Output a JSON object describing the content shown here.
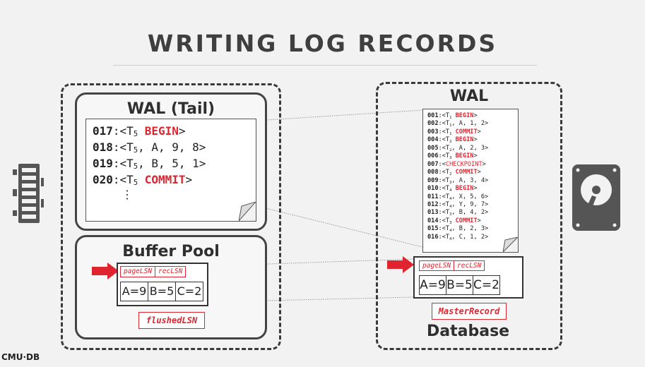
{
  "slide": {
    "title": "WRITING LOG RECORDS",
    "footer_brand": "CMU·DB"
  },
  "memory": {
    "wal_tail": {
      "title": "WAL (Tail)",
      "records": [
        {
          "lsn": "017",
          "parts": [
            {
              "t": ":<T"
            },
            {
              "sub": "5"
            },
            {
              "t": " "
            },
            {
              "kw": "BEGIN"
            },
            {
              "t": ">"
            }
          ]
        },
        {
          "lsn": "018",
          "parts": [
            {
              "t": ":<T"
            },
            {
              "sub": "5"
            },
            {
              "t": ", A, 9, 8>"
            }
          ]
        },
        {
          "lsn": "019",
          "parts": [
            {
              "t": ":<T"
            },
            {
              "sub": "5"
            },
            {
              "t": ", B, 5, 1>"
            }
          ]
        },
        {
          "lsn": "020",
          "parts": [
            {
              "t": ":<T"
            },
            {
              "sub": "5"
            },
            {
              "t": " "
            },
            {
              "kw": "COMMIT"
            },
            {
              "t": ">"
            }
          ]
        }
      ],
      "ellipsis": "⋮"
    },
    "buffer_pool": {
      "title": "Buffer Pool",
      "page_header": [
        "pageLSN",
        "recLSN"
      ],
      "cells": [
        "A=9",
        "B=5",
        "C=2"
      ],
      "flushed_lsn_label": "flushedLSN"
    }
  },
  "disk": {
    "wal": {
      "title": "WAL",
      "records": [
        {
          "lsn": "001",
          "parts": [
            {
              "t": ":<T"
            },
            {
              "sub": "1"
            },
            {
              "t": " "
            },
            {
              "kw": "BEGIN"
            },
            {
              "t": ">"
            }
          ]
        },
        {
          "lsn": "002",
          "parts": [
            {
              "t": ":<T"
            },
            {
              "sub": "1"
            },
            {
              "t": ", A, 1, 2>"
            }
          ]
        },
        {
          "lsn": "003",
          "parts": [
            {
              "t": ":<T"
            },
            {
              "sub": "1"
            },
            {
              "t": " "
            },
            {
              "kw": "COMMIT"
            },
            {
              "t": ">"
            }
          ]
        },
        {
          "lsn": "004",
          "parts": [
            {
              "t": ":<T"
            },
            {
              "sub": "2"
            },
            {
              "t": " "
            },
            {
              "kw": "BEGIN"
            },
            {
              "t": ">"
            }
          ]
        },
        {
          "lsn": "005",
          "parts": [
            {
              "t": ":<T"
            },
            {
              "sub": "2"
            },
            {
              "t": ", A, 2, 3>"
            }
          ]
        },
        {
          "lsn": "006",
          "parts": [
            {
              "t": ":<T"
            },
            {
              "sub": "3"
            },
            {
              "t": " "
            },
            {
              "kw": "BEGIN"
            },
            {
              "t": ">"
            }
          ]
        },
        {
          "lsn": "007",
          "parts": [
            {
              "t": ":<"
            },
            {
              "red": "CHECKPOINT"
            },
            {
              "t": ">"
            }
          ]
        },
        {
          "lsn": "008",
          "parts": [
            {
              "t": ":<T"
            },
            {
              "sub": "2"
            },
            {
              "t": " "
            },
            {
              "kw": "COMMIT"
            },
            {
              "t": ">"
            }
          ]
        },
        {
          "lsn": "009",
          "parts": [
            {
              "t": ":<T"
            },
            {
              "sub": "3"
            },
            {
              "t": ", A, 3, 4>"
            }
          ]
        },
        {
          "lsn": "010",
          "parts": [
            {
              "t": ":<T"
            },
            {
              "sub": "4"
            },
            {
              "t": " "
            },
            {
              "kw": "BEGIN"
            },
            {
              "t": ">"
            }
          ]
        },
        {
          "lsn": "011",
          "parts": [
            {
              "t": ":<T"
            },
            {
              "sub": "4"
            },
            {
              "t": ", X, 5, 6>"
            }
          ]
        },
        {
          "lsn": "012",
          "parts": [
            {
              "t": ":<T"
            },
            {
              "sub": "4"
            },
            {
              "t": ", Y, 9, 7>"
            }
          ]
        },
        {
          "lsn": "013",
          "parts": [
            {
              "t": ":<T"
            },
            {
              "sub": "3"
            },
            {
              "t": ", B, 4, 2>"
            }
          ]
        },
        {
          "lsn": "014",
          "parts": [
            {
              "t": ":<T"
            },
            {
              "sub": "3"
            },
            {
              "t": " "
            },
            {
              "kw": "COMMIT"
            },
            {
              "t": ">"
            }
          ]
        },
        {
          "lsn": "015",
          "parts": [
            {
              "t": ":<T"
            },
            {
              "sub": "4"
            },
            {
              "t": ", B, 2, 3>"
            }
          ]
        },
        {
          "lsn": "016",
          "parts": [
            {
              "t": ":<T"
            },
            {
              "sub": "4"
            },
            {
              "t": ", C, 1, 2>"
            }
          ]
        }
      ]
    },
    "page_header": [
      "pageLSN",
      "recLSN"
    ],
    "cells": [
      "A=9",
      "B=5",
      "C=2"
    ],
    "master_record_label": "MasterRecord",
    "database_label": "Database"
  },
  "icons": {
    "left": "ram-chip-icon",
    "right": "hard-disk-icon",
    "pointer": "red-arrow-icon"
  },
  "colors": {
    "accent": "#e0242f",
    "text": "#2f2f2f",
    "background": "#f2f2f2"
  }
}
